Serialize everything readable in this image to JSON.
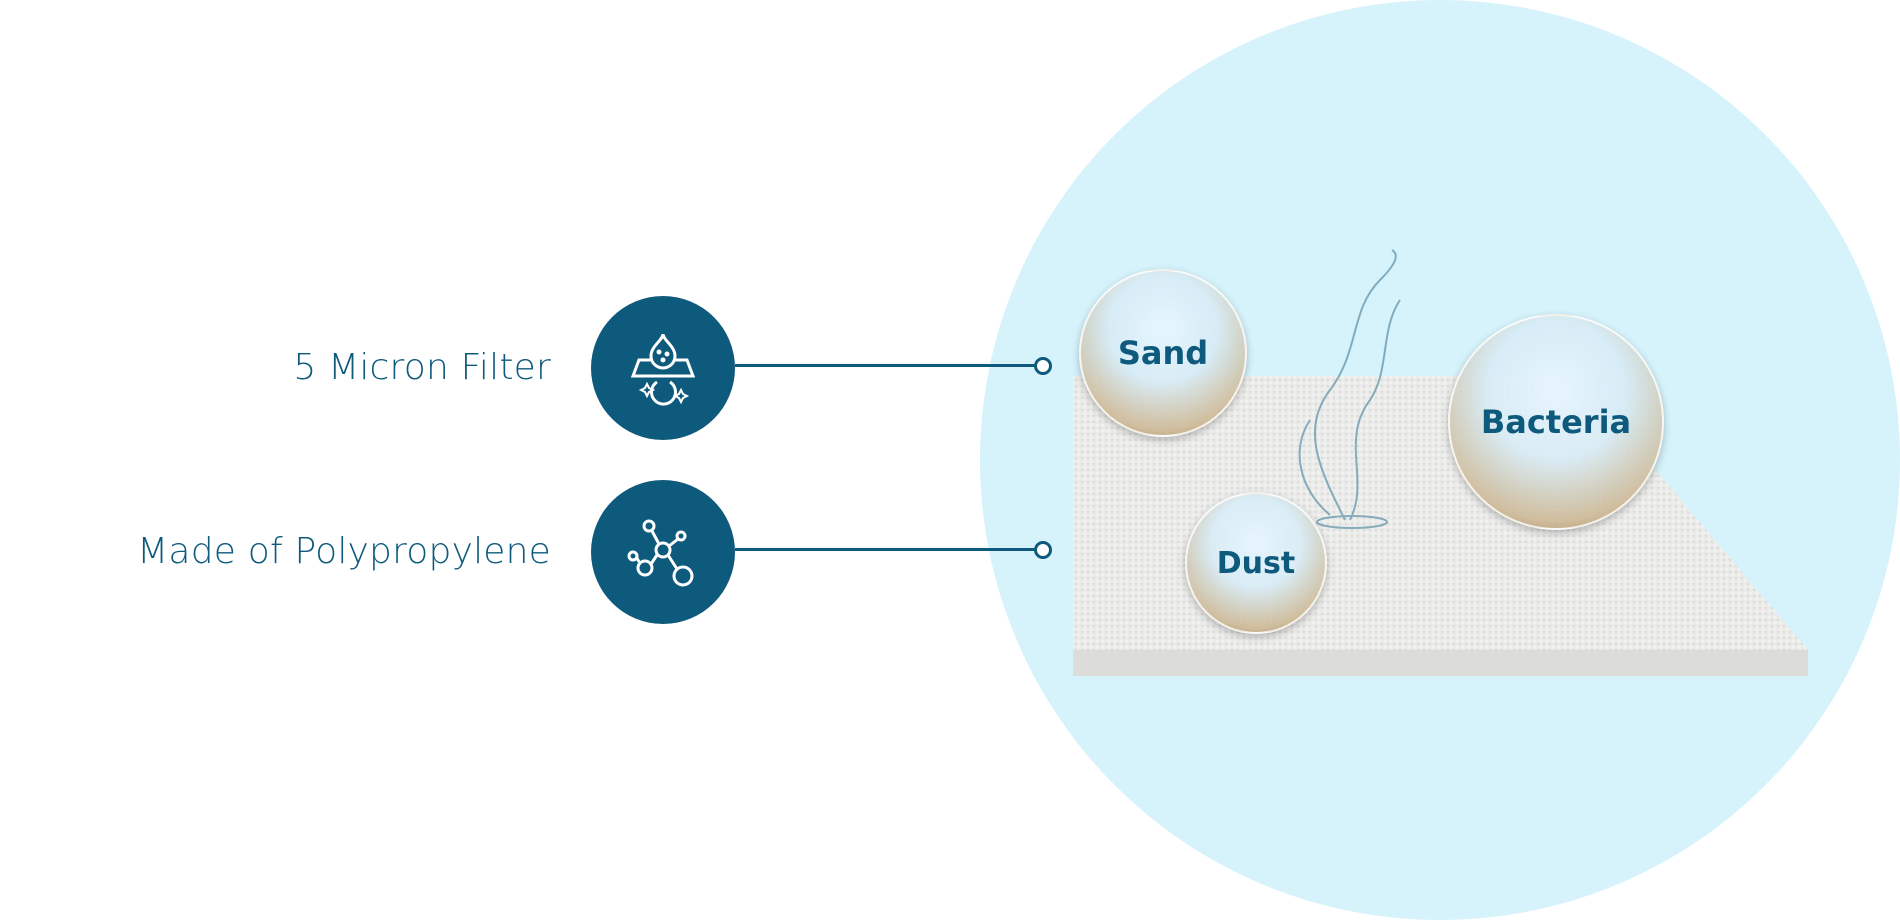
{
  "features": [
    {
      "label": "5 Micron Filter",
      "icon": "filter-droplet-icon"
    },
    {
      "label": "Made of Polypropylene",
      "icon": "molecule-icon"
    }
  ],
  "particles": [
    "Sand",
    "Bacteria",
    "Dust"
  ],
  "colors": {
    "primary": "#0d5a7d",
    "circle_bg": "#d6f3fc"
  }
}
